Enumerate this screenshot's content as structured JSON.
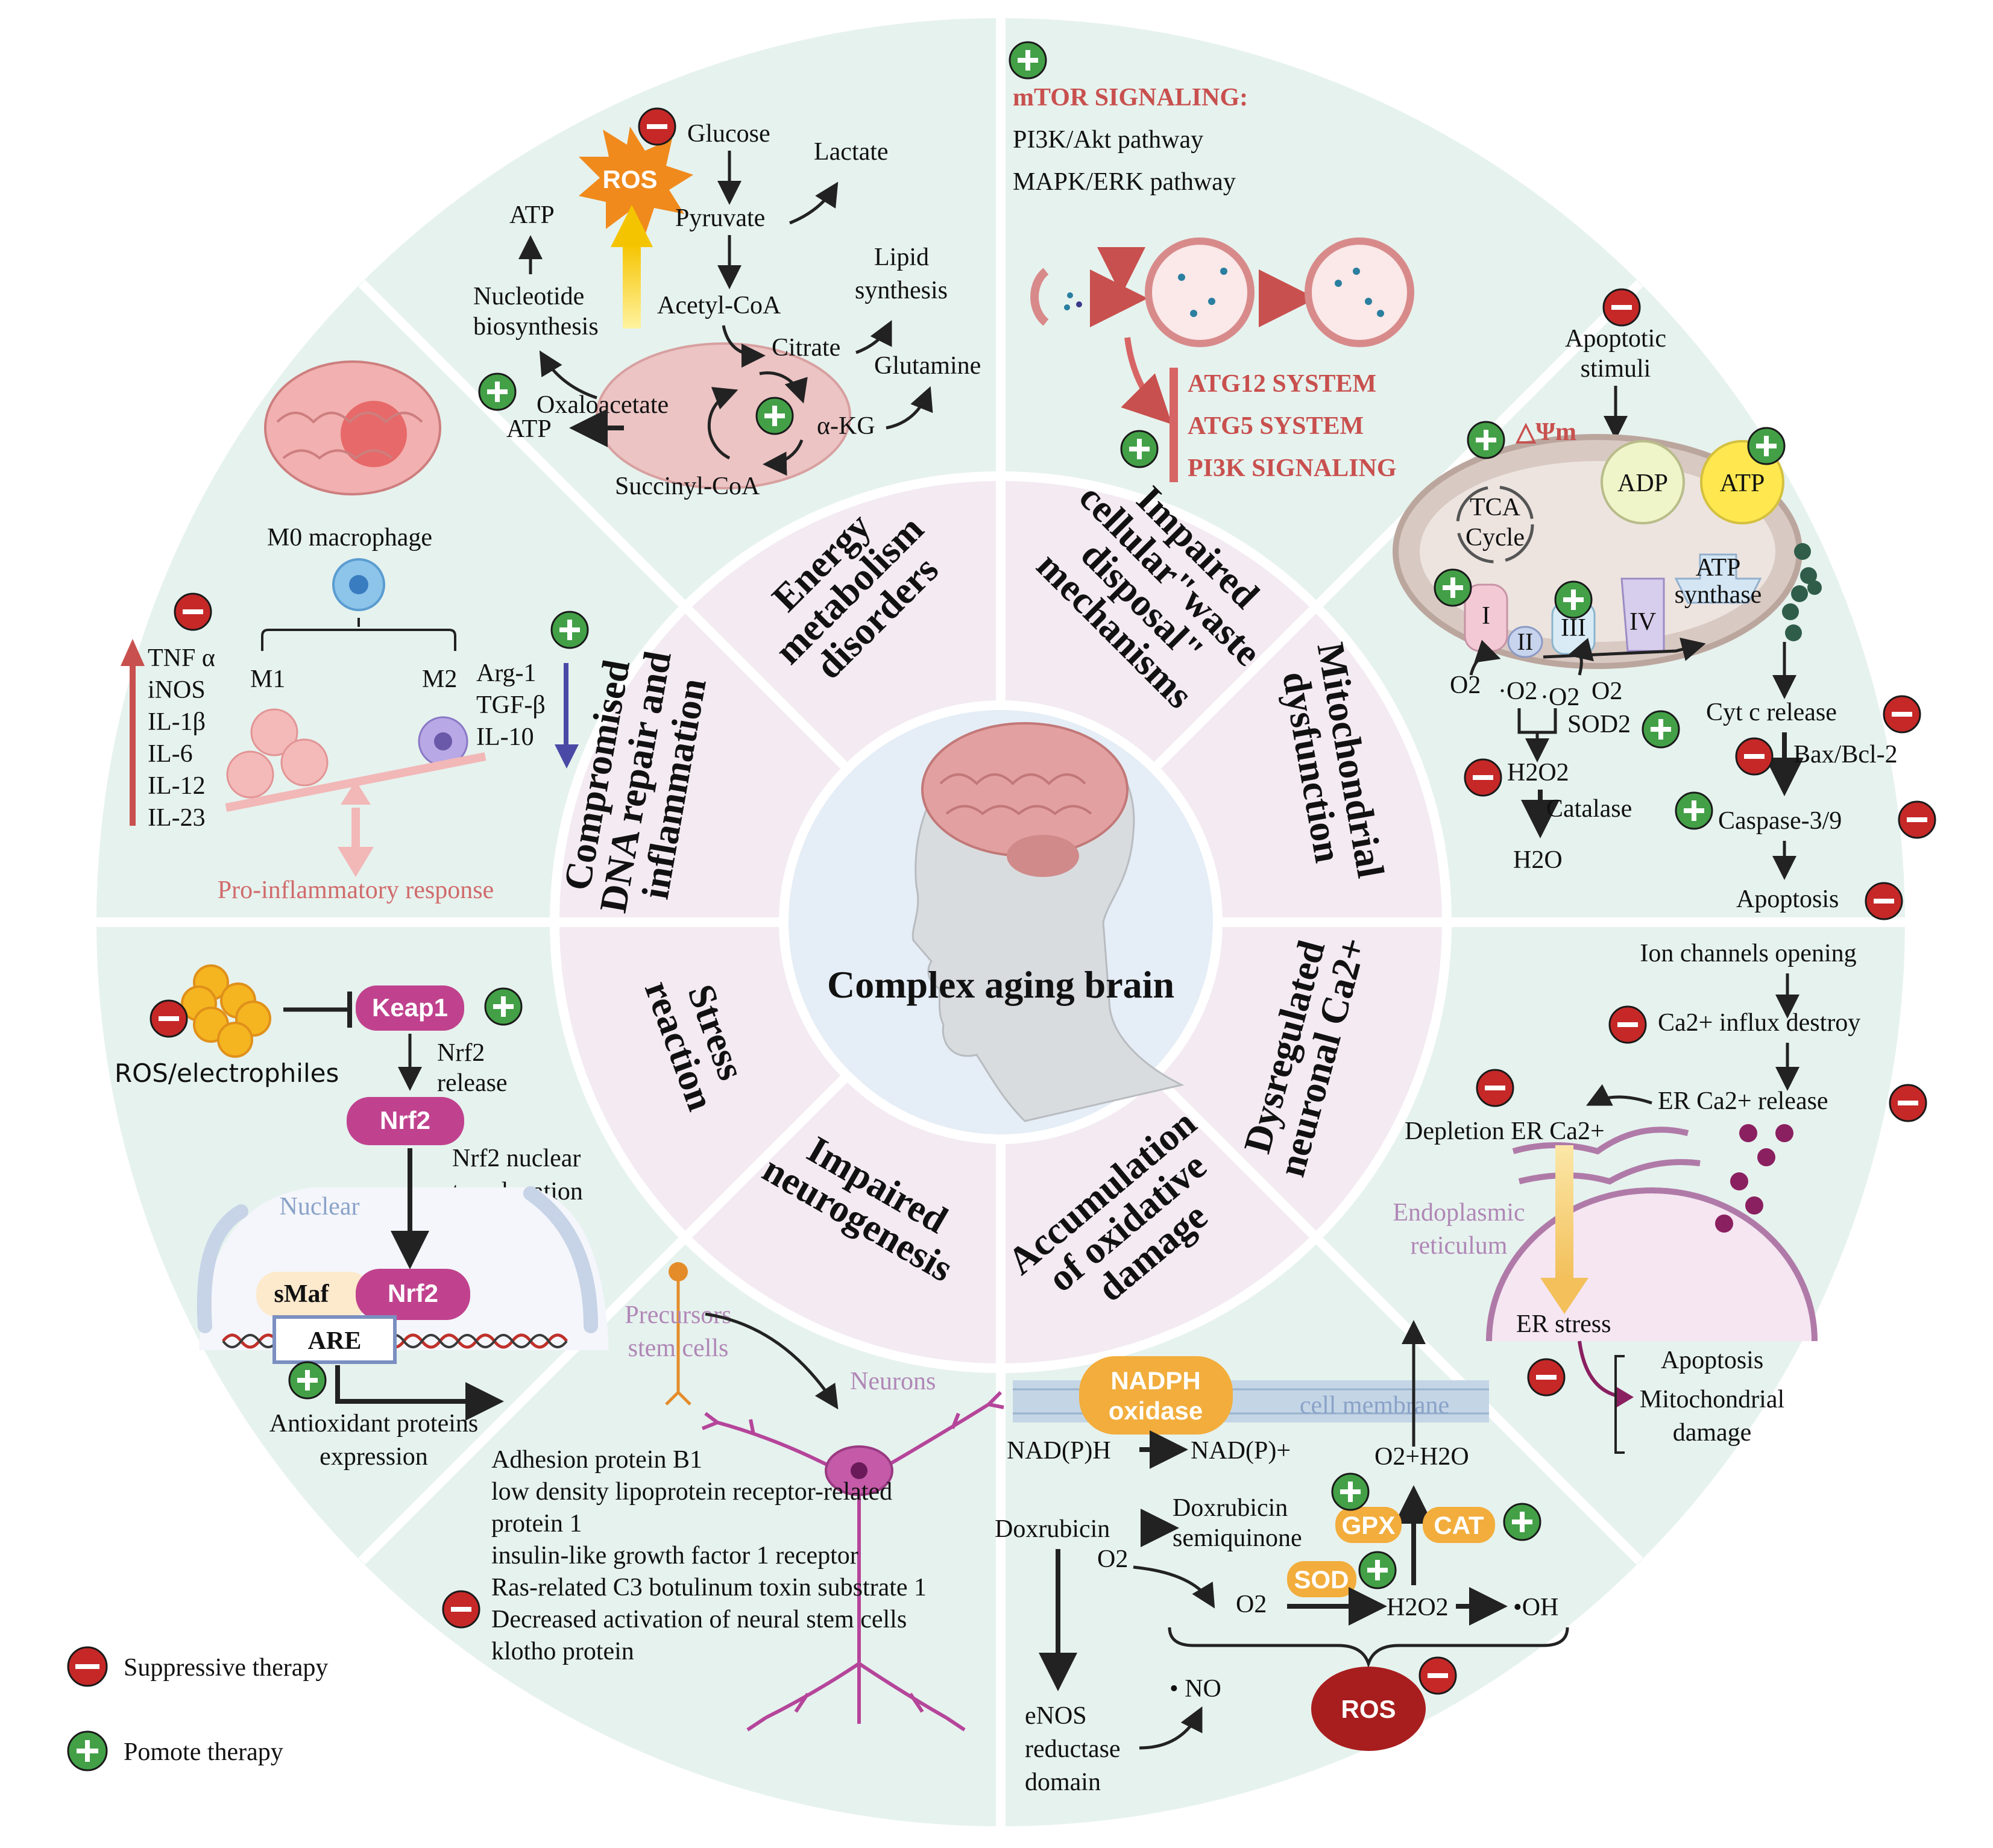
{
  "center": {
    "title": "Complex aging brain"
  },
  "sectors": {
    "energy": "Energy|metabolism|disorders",
    "waste": "Impaired|cellular\"waste|disposal\"|mechanisms",
    "mito": "Mitochondrial|dysfunction",
    "calcium": "Dysregulated|neuronal Ca2+",
    "oxidative": "Accumulation|of oxidative|damage",
    "neurogenesis": "Impaired|neurogenesis",
    "stress": "Stress|reaction",
    "dna": "Compromised|DNA repair and|inflammation"
  },
  "energy_panel": {
    "glucose": "Glucose",
    "lactate": "Lactate",
    "ros": "ROS",
    "atp_top": "ATP",
    "pyruvate": "Pyruvate",
    "lipid": "Lipid",
    "lipid2": "synthesis",
    "nucleotide": "Nucleotide",
    "nucleotide2": "biosynthesis",
    "acetyl": "Acetyl-CoA",
    "citrate": "Citrate",
    "glutamine": "Glutamine",
    "oxaloacetate": "Oxaloacetate",
    "akg": "α-KG",
    "atp_bottom": "ATP",
    "succinyl": "Succinyl-CoA"
  },
  "waste_panel": {
    "mtor": "mTOR SIGNALING:",
    "pi3k_akt": "PI3K/Akt pathway",
    "mapk": "MAPK/ERK pathway",
    "atg12": "ATG12 SYSTEM",
    "atg5": "ATG5 SYSTEM",
    "pi3k_sig": "PI3K SIGNALING"
  },
  "mito_panel": {
    "stimuli1": "Apoptotic",
    "stimuli2": "stimuli",
    "dpsi": "△Ψm",
    "adp": "ADP",
    "atp": "ATP",
    "tca1": "TCA",
    "tca2": "Cycle",
    "atp_syn1": "ATP",
    "atp_syn2": "synthase",
    "c1": "I",
    "c2": "II",
    "c3": "III",
    "c4": "IV",
    "o2a": "O2",
    "o2b": "·O2",
    "o2c": "·O2",
    "o2d": "O2",
    "sod2": "SOD2",
    "h2o2": "H2O2",
    "catalase": "Catalase",
    "h2o": "H2O",
    "cytc": "Cyt c release",
    "bax": "Bax/Bcl-2",
    "caspase": "Caspase-3/9",
    "apoptosis": "Apoptosis"
  },
  "calcium_panel": {
    "ion": "Ion channels opening",
    "influx": "Ca2+ influx destroy",
    "er_release": "ER Ca2+ release",
    "depletion": "Depletion ER Ca2+",
    "er1": "Endoplasmic",
    "er2": "reticulum",
    "er_stress": "ER stress",
    "apop": "Apoptosis",
    "mito1": "Mitochondrial",
    "mito2": "damage"
  },
  "oxidative_panel": {
    "nadph1": "NADPH",
    "nadph2": "oxidase",
    "membrane": "cell membrane",
    "nadph_r": "NAD(P)H",
    "nadp": "NAD(P)+",
    "o2h2o": "O2+H2O",
    "dox": "Doxrubicin",
    "doxs1": "Doxrubicin",
    "doxs2": "semiquinone",
    "o2": "O2",
    "gpx": "GPX",
    "cat": "CAT",
    "sod": "SOD",
    "o2rad": "O2",
    "h2o2": "H2O2",
    "oh": "•OH",
    "no": "• NO",
    "enos1": "eNOS",
    "enos2": "reductase",
    "enos3": "domain",
    "ros": "ROS"
  },
  "neuro_panel": {
    "precursors1": "Precursors",
    "precursors2": "stem cells",
    "neurons": "Neurons",
    "list": [
      "Adhesion protein B1",
      "low density lipoprotein receptor-related",
      "protein 1",
      "insulin-like growth factor 1 receptor",
      "Ras-related C3 botulinum toxin substrate 1",
      "Decreased activation of neural stem cells",
      "klotho protein"
    ]
  },
  "stress_panel": {
    "keap1": "Keap1",
    "ros": "ROS/electrophiles",
    "nrf2_rel1": "Nrf2",
    "nrf2_rel2": "release",
    "nrf2": "Nrf2",
    "trans1": "Nrf2 nuclear",
    "trans2": "translocation",
    "nuclear": "Nuclear",
    "smaf": "sMaf",
    "nrf2b": "Nrf2",
    "are": "ARE",
    "antiox1": "Antioxidant proteins",
    "antiox2": "expression"
  },
  "dna_panel": {
    "m0": "M0 macrophage",
    "m1": "M1",
    "m2": "M2",
    "cyt_up": [
      "TNF α",
      "iNOS",
      "IL-1β",
      "IL-6",
      "IL-12",
      "IL-23"
    ],
    "cyt_down": [
      "Arg-1",
      "TGF-β",
      "IL-10"
    ],
    "pro": "Pro-inflammatory response"
  },
  "legend": {
    "suppress": "Suppressive therapy",
    "promote": "Pomote therapy"
  },
  "colors": {
    "panel": "#e6f2ee",
    "inner": "#f3eaf2",
    "core": "#e5edf6",
    "ros": "#f08a1c",
    "red_badge": "#c62828",
    "green_badge": "#43a047"
  }
}
